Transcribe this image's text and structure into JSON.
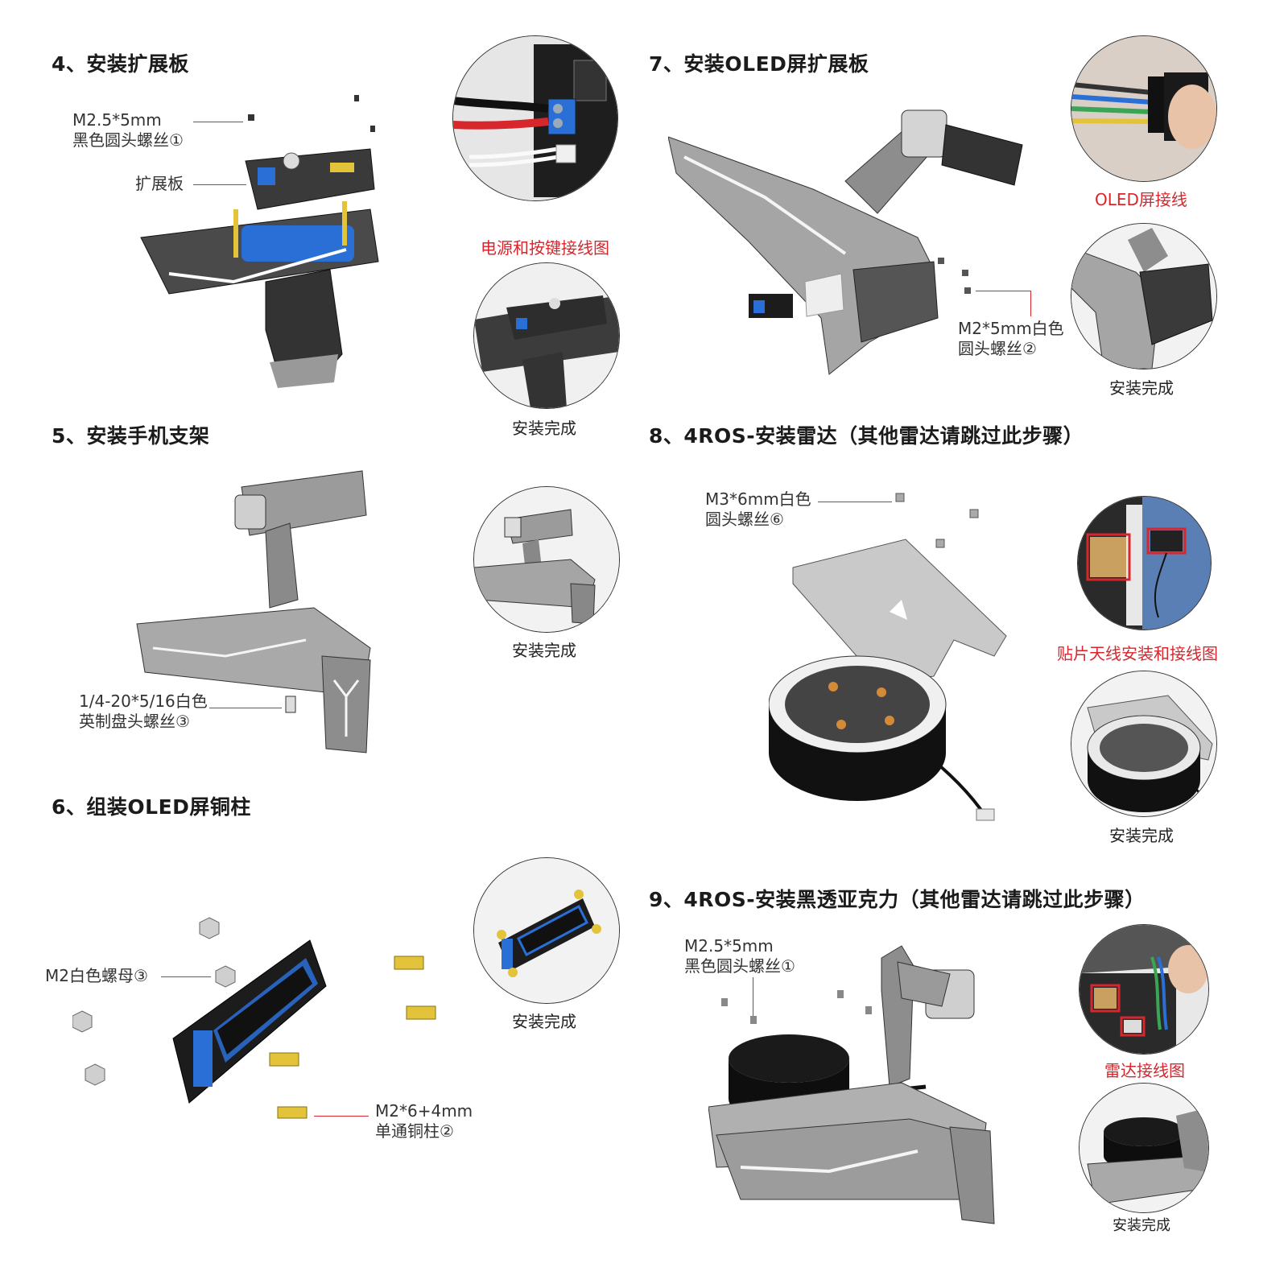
{
  "steps": {
    "s4": {
      "title": "4、安装扩展板",
      "screw": [
        "M2.5*5mm",
        "黑色圆头螺丝①"
      ],
      "board": "扩展板",
      "wiring": "电源和按键接线图",
      "done": "安装完成"
    },
    "s5": {
      "title": "5、安装手机支架",
      "screw": [
        "1/4-20*5/16白色",
        "英制盘头螺丝③"
      ],
      "done": "安装完成"
    },
    "s6": {
      "title": "6、组装OLED屏铜柱",
      "nut": "M2白色螺母③",
      "pillar": [
        "M2*6+4mm",
        "单通铜柱②"
      ],
      "done": "安装完成"
    },
    "s7": {
      "title": "7、安装OLED屏扩展板",
      "screw": [
        "M2*5mm白色",
        "圆头螺丝②"
      ],
      "wiring": "OLED屏接线",
      "done": "安装完成"
    },
    "s8": {
      "title": "8、4ROS-安装雷达（其他雷达请跳过此步骤）",
      "screw": [
        "M3*6mm白色",
        "圆头螺丝⑥"
      ],
      "wiring": "贴片天线安装和接线图",
      "done": "安装完成"
    },
    "s9": {
      "title": "9、4ROS-安装黑透亚克力（其他雷达请跳过此步骤）",
      "screw": [
        "M2.5*5mm",
        "黑色圆头螺丝①"
      ],
      "wiring": "雷达接线图",
      "done": "安装完成"
    }
  },
  "colors": {
    "accent": "#d8262d",
    "metal": "#9a9a9a",
    "dark": "#2b2b2b",
    "blue": "#2a6fd6",
    "brass": "#e2c33a"
  }
}
